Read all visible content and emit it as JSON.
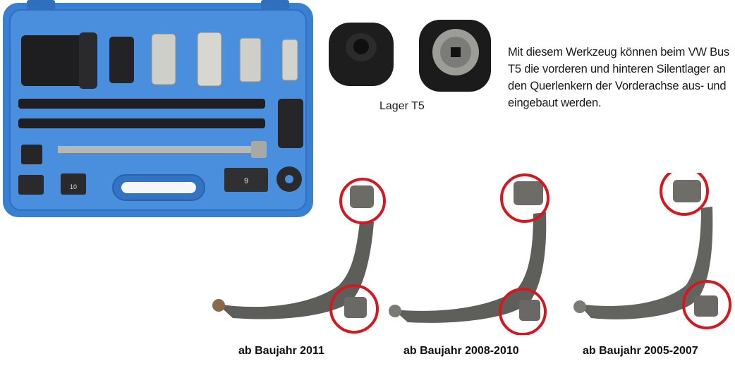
{
  "description": "Mit diesem Werkzeug können beim VW Bus T5 die vorderen und hinteren Silentlager an den Querlenkern der Vorderachse aus- und eingebaut werden.",
  "bearing_caption": "Lager T5",
  "tool_markings": [
    "9",
    "10"
  ],
  "arms": [
    {
      "label": "ab Baujahr 2011"
    },
    {
      "label": "ab Baujahr 2008-2010"
    },
    {
      "label": "ab Baujahr 2005-2007"
    }
  ],
  "colors": {
    "case_blue": "#3f86d6",
    "highlight_red": "#d4181f",
    "steel": "#c9c9c4",
    "arm_gray": "#5f605c"
  }
}
